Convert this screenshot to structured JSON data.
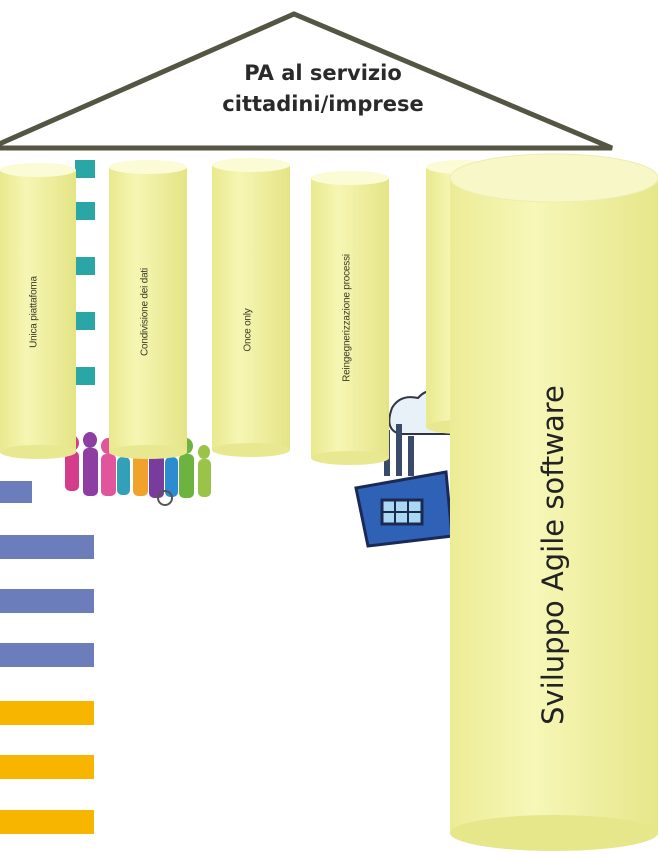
{
  "roof": {
    "line1": "PA al servizio",
    "line2": "cittadini/imprese"
  },
  "pillars": [
    {
      "label": "Unica piattafoma"
    },
    {
      "label": "Condivisione dei dati"
    },
    {
      "label": "Once only"
    },
    {
      "label": "Reingegnerizzazione processi"
    },
    {
      "label": ""
    }
  ],
  "big_pillar": {
    "label": "Sviluppo Agile software"
  },
  "colors": {
    "roof_fill": "#ffffff",
    "roof_stroke": "#555544",
    "pillar_fill": "#f3f3a6",
    "pillar_top": "#fbfbd6",
    "teal_bar": "#2aa6a6",
    "blue_bar": "#6b7dbb",
    "yellow_bar": "#f7b500"
  },
  "illustrations": [
    "people-clipart",
    "factory-clipart"
  ]
}
